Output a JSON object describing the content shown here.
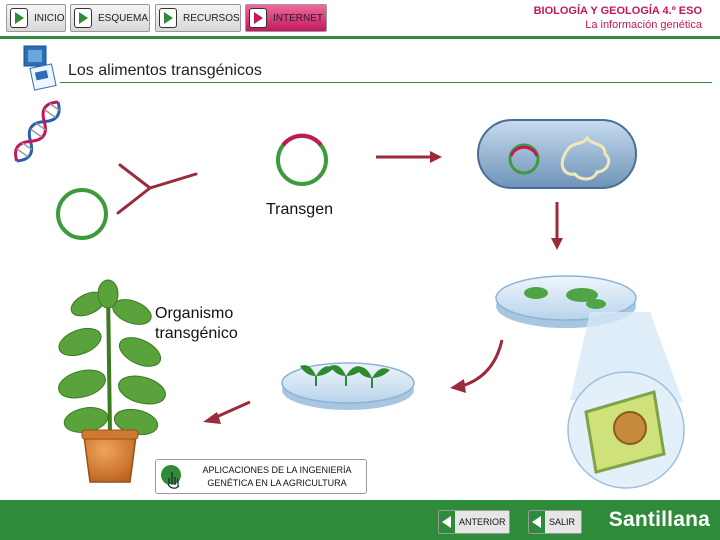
{
  "nav": {
    "items": [
      {
        "label": "INICIO",
        "color": "#2e8b3a"
      },
      {
        "label": "ESQUEMA",
        "color": "#2e8b3a"
      },
      {
        "label": "RECURSOS",
        "color": "#2e8b3a"
      },
      {
        "label": "INTERNET",
        "color": "#c2185b"
      }
    ]
  },
  "header": {
    "subject": "BIOLOGÍA Y GEOLOGÍA 4.º ESO",
    "unit": "La información genética"
  },
  "page_title": "Los alimentos transgénicos",
  "diagram": {
    "transgen_label": "Transgen",
    "organism_label_line1": "Organismo",
    "organism_label_line2": "transgénico"
  },
  "link_box": {
    "line1": "APLICACIONES DE LA INGENIERÍA",
    "line2": "GENÉTICA EN LA AGRICULTURA"
  },
  "footer": {
    "prev_label": "ANTERIOR",
    "exit_label": "SALIR",
    "brand": "Santillana"
  },
  "colors": {
    "accent_green": "#2e8b3a",
    "accent_pink": "#c2185b",
    "arrow_red": "#9b2a3a"
  }
}
